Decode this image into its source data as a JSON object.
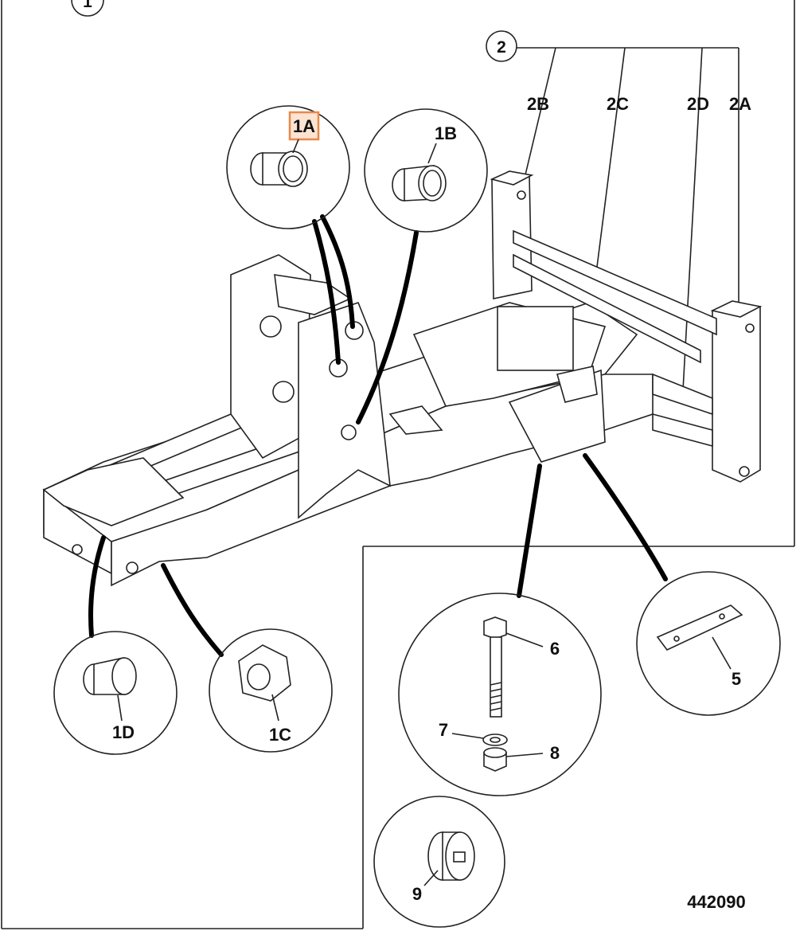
{
  "callouts": {
    "top_ref": "1",
    "frame_ref": "2"
  },
  "labels": {
    "l2A": "2A",
    "l2B": "2B",
    "l2C": "2C",
    "l2D": "2D",
    "l1A": "1A",
    "l1B": "1B",
    "l1C": "1C",
    "l1D": "1D",
    "l5": "5",
    "l6": "6",
    "l7": "7",
    "l8": "8",
    "l9": "9"
  },
  "figure_number": "442090",
  "colors": {
    "highlight": "#e8894a",
    "highlight_fill": "#fde3d2"
  }
}
